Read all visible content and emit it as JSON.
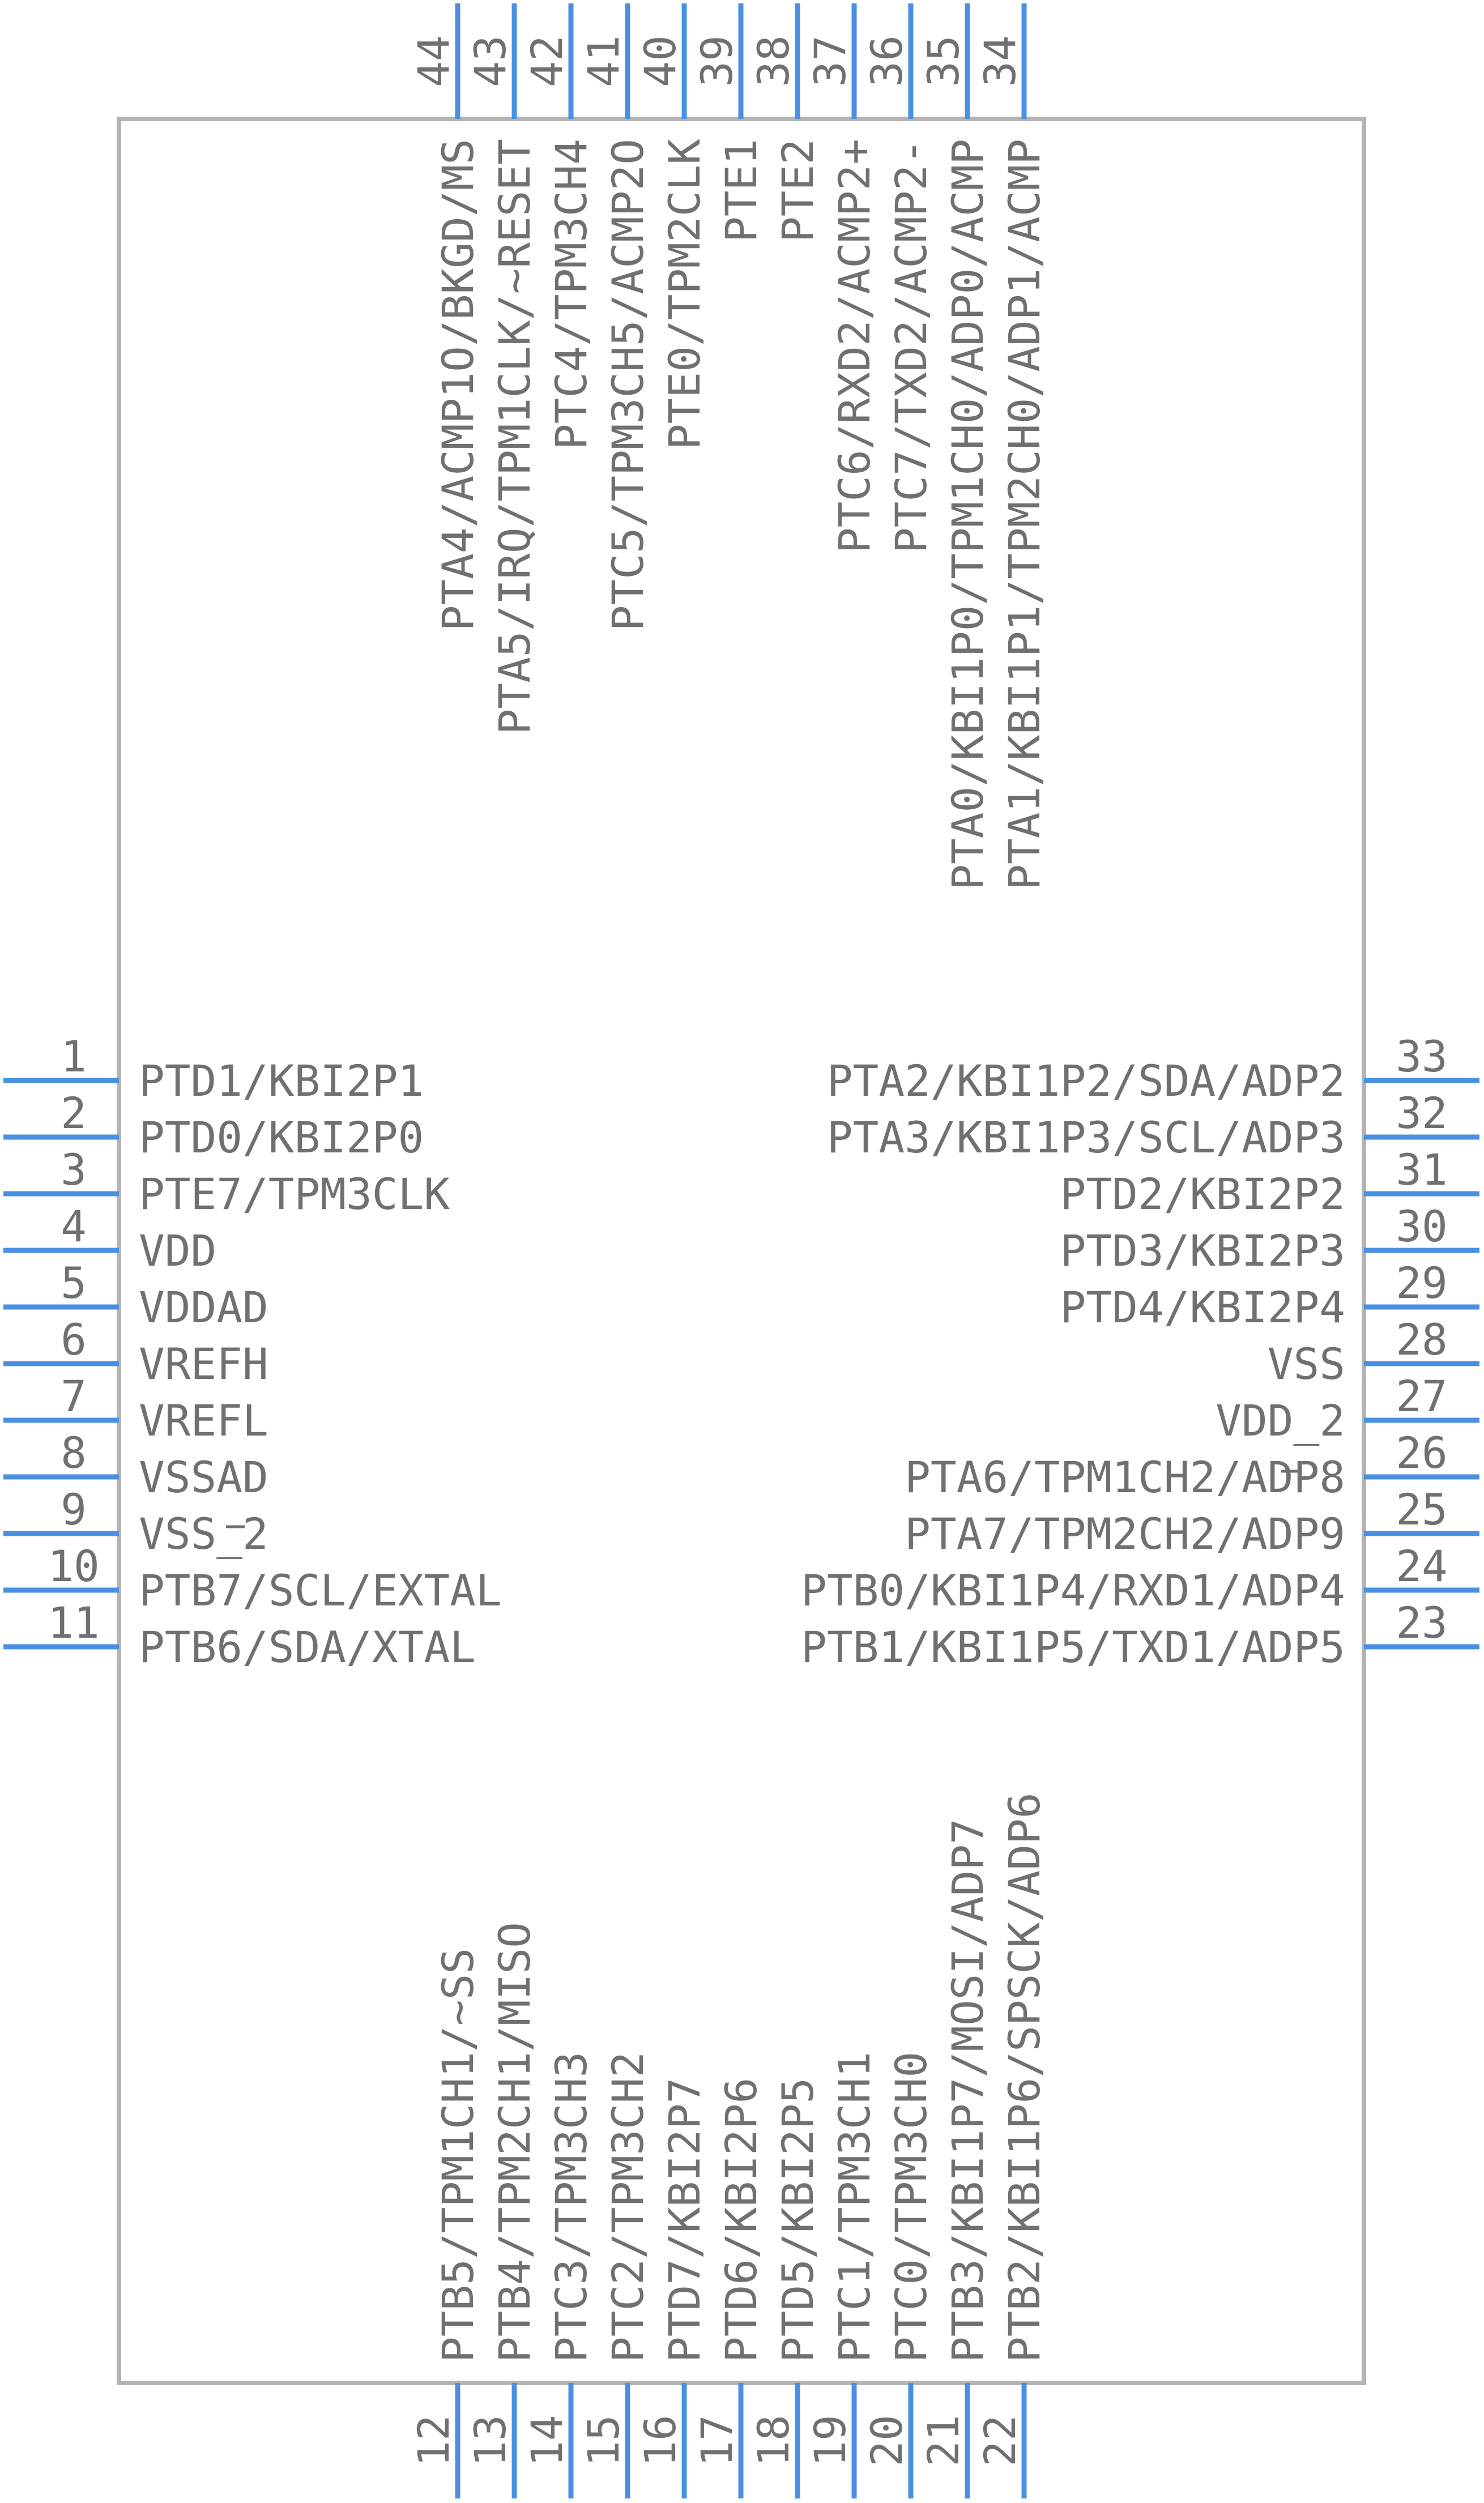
{
  "component": {
    "colors": {
      "pin": "#4a90e2",
      "body_outline": "#b3b3b3",
      "text": "#707070"
    },
    "pins": {
      "left": [
        {
          "num": "1",
          "name": "PTD1/KBI2P1"
        },
        {
          "num": "2",
          "name": "PTD0/KBI2P0"
        },
        {
          "num": "3",
          "name": "PTE7/TPM3CLK"
        },
        {
          "num": "4",
          "name": "VDD"
        },
        {
          "num": "5",
          "name": "VDDAD"
        },
        {
          "num": "6",
          "name": "VREFH"
        },
        {
          "num": "7",
          "name": "VREFL"
        },
        {
          "num": "8",
          "name": "VSSAD"
        },
        {
          "num": "9",
          "name": "VSS_2"
        },
        {
          "num": "10",
          "name": "PTB7/SCL/EXTAL"
        },
        {
          "num": "11",
          "name": "PTB6/SDA/XTAL"
        }
      ],
      "bottom": [
        {
          "num": "12",
          "name": "PTB5/TPM1CH1/~SS"
        },
        {
          "num": "13",
          "name": "PTB4/TPM2CH1/MISO"
        },
        {
          "num": "14",
          "name": "PTC3/TPM3CH3"
        },
        {
          "num": "15",
          "name": "PTC2/TPM3CH2"
        },
        {
          "num": "16",
          "name": "PTD7/KBI2P7"
        },
        {
          "num": "17",
          "name": "PTD6/KBI2P6"
        },
        {
          "num": "18",
          "name": "PTD5/KBI2P5"
        },
        {
          "num": "19",
          "name": "PTC1/TPM3CH1"
        },
        {
          "num": "20",
          "name": "PTC0/TPM3CH0"
        },
        {
          "num": "21",
          "name": "PTB3/KBI1P7/MOSI/ADP7"
        },
        {
          "num": "22",
          "name": "PTB2/KBI1P6/SPSCK/ADP6"
        }
      ],
      "right": [
        {
          "num": "33",
          "name": "PTA2/KBI1P2/SDA/ADP2"
        },
        {
          "num": "32",
          "name": "PTA3/KBI1P3/SCL/ADP3"
        },
        {
          "num": "31",
          "name": "PTD2/KBI2P2"
        },
        {
          "num": "30",
          "name": "PTD3/KBI2P3"
        },
        {
          "num": "29",
          "name": "PTD4/KBI2P4"
        },
        {
          "num": "28",
          "name": "VSS"
        },
        {
          "num": "27",
          "name": "VDD_2"
        },
        {
          "num": "26",
          "name": "PTA6/TPM1CH2/ADP8"
        },
        {
          "num": "25",
          "name": "PTA7/TPM2CH2/ADP9"
        },
        {
          "num": "24",
          "name": "PTB0/KBI1P4/RXD1/ADP4"
        },
        {
          "num": "23",
          "name": "PTB1/KBI1P5/TXD1/ADP5"
        }
      ],
      "top": [
        {
          "num": "44",
          "name": "PTA4/ACMP1O/BKGD/MS"
        },
        {
          "num": "43",
          "name": "PTA5/IRQ/TPM1CLK/~RESET"
        },
        {
          "num": "42",
          "name": "PTC4/TPM3CH4"
        },
        {
          "num": "41",
          "name": "PTC5/TPM3CH5/ACMP2O"
        },
        {
          "num": "40",
          "name": "PTE0/TPM2CLK"
        },
        {
          "num": "39",
          "name": "PTE1"
        },
        {
          "num": "38",
          "name": "PTE2"
        },
        {
          "num": "37",
          "name": "PTC6/RXD2/ACMP2+"
        },
        {
          "num": "36",
          "name": "PTC7/TXD2/ACMP2-"
        },
        {
          "num": "35",
          "name": "PTA0/KBI1P0/TPM1CH0/ADP0/ACMP"
        },
        {
          "num": "34",
          "name": "PTA1/KBI1P1/TPM2CH0/ADP1/ACMP"
        }
      ]
    }
  }
}
